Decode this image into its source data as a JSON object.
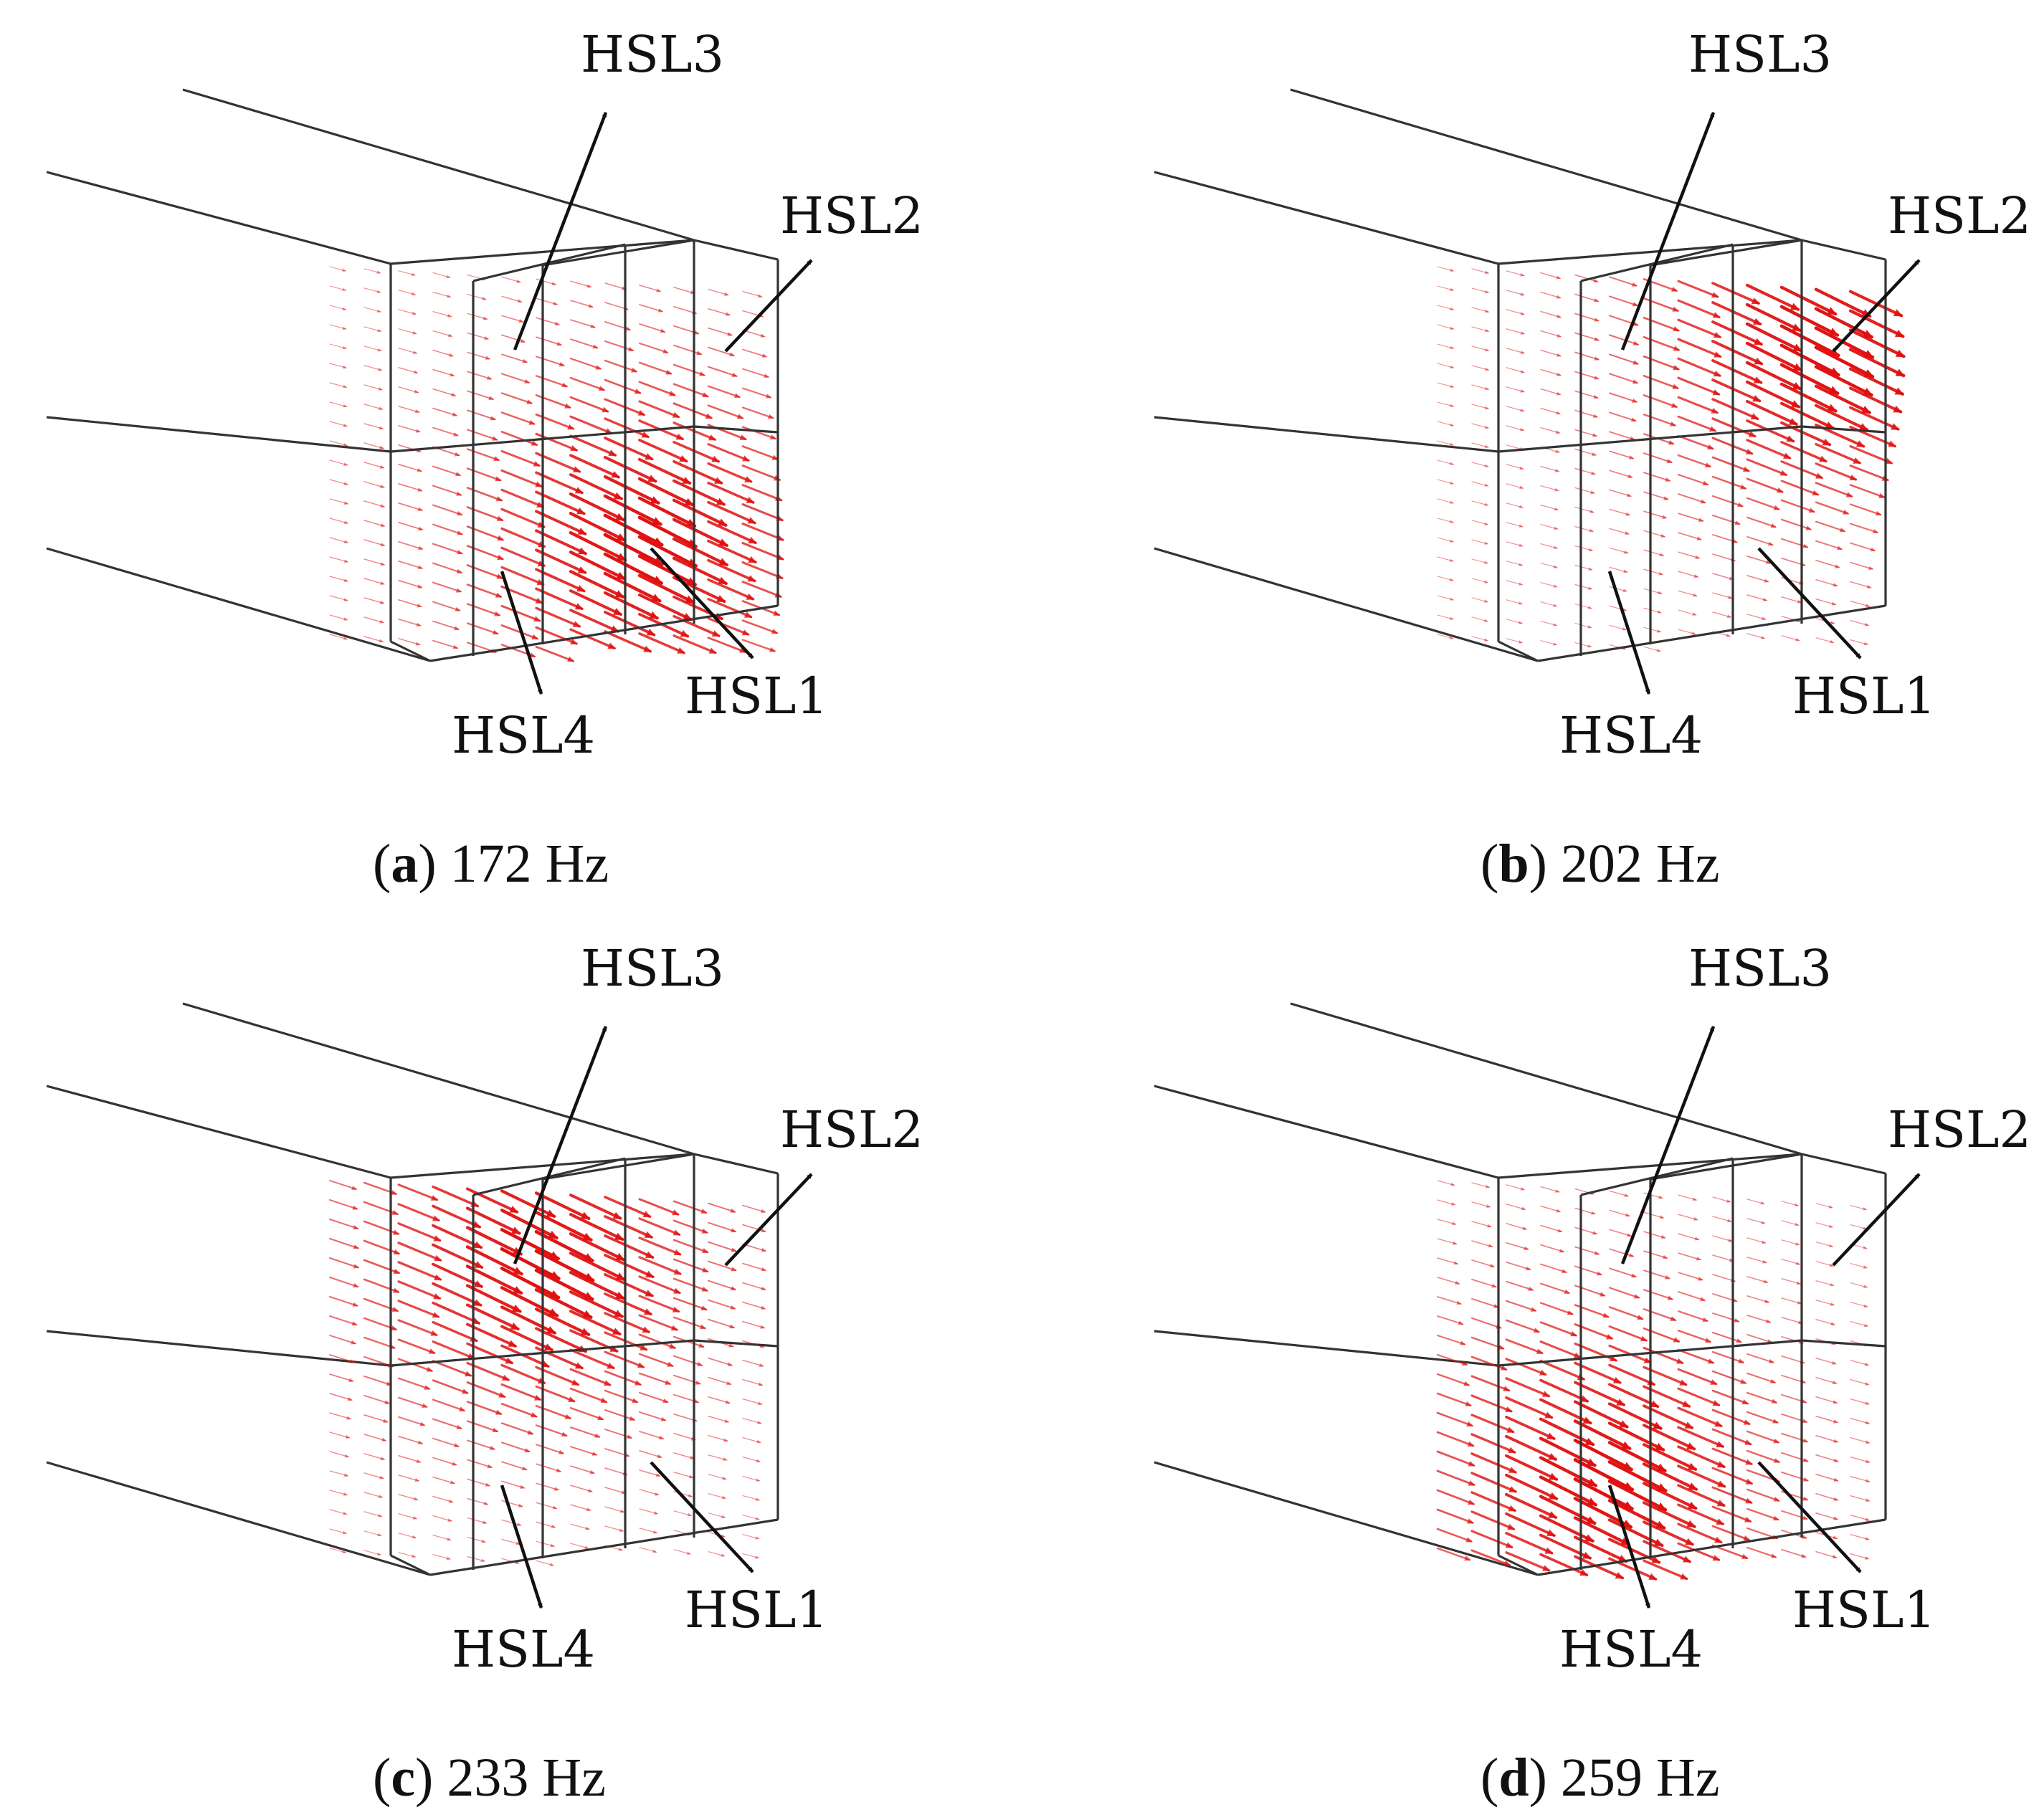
{
  "colors": {
    "vector": "#e01010",
    "frame": "#333333",
    "text": "#111111"
  },
  "panels": [
    {
      "letter": "a",
      "freq": "172 Hz",
      "hsl1": "HSL1",
      "hsl2": "HSL2",
      "hsl3": "HSL3",
      "hsl4": "HSL4",
      "dominant_subvolume": "HSL1"
    },
    {
      "letter": "b",
      "freq": "202 Hz",
      "hsl1": "HSL1",
      "hsl2": "HSL2",
      "hsl3": "HSL3",
      "hsl4": "HSL4",
      "dominant_subvolume": "HSL2"
    },
    {
      "letter": "c",
      "freq": "233 Hz",
      "hsl1": "HSL1",
      "hsl2": "HSL2",
      "hsl3": "HSL3",
      "hsl4": "HSL4",
      "dominant_subvolume": "HSL3"
    },
    {
      "letter": "d",
      "freq": "259 Hz",
      "hsl1": "HSL1",
      "hsl2": "HSL2",
      "hsl3": "HSL3",
      "hsl4": "HSL4",
      "dominant_subvolume": "HSL4"
    }
  ]
}
